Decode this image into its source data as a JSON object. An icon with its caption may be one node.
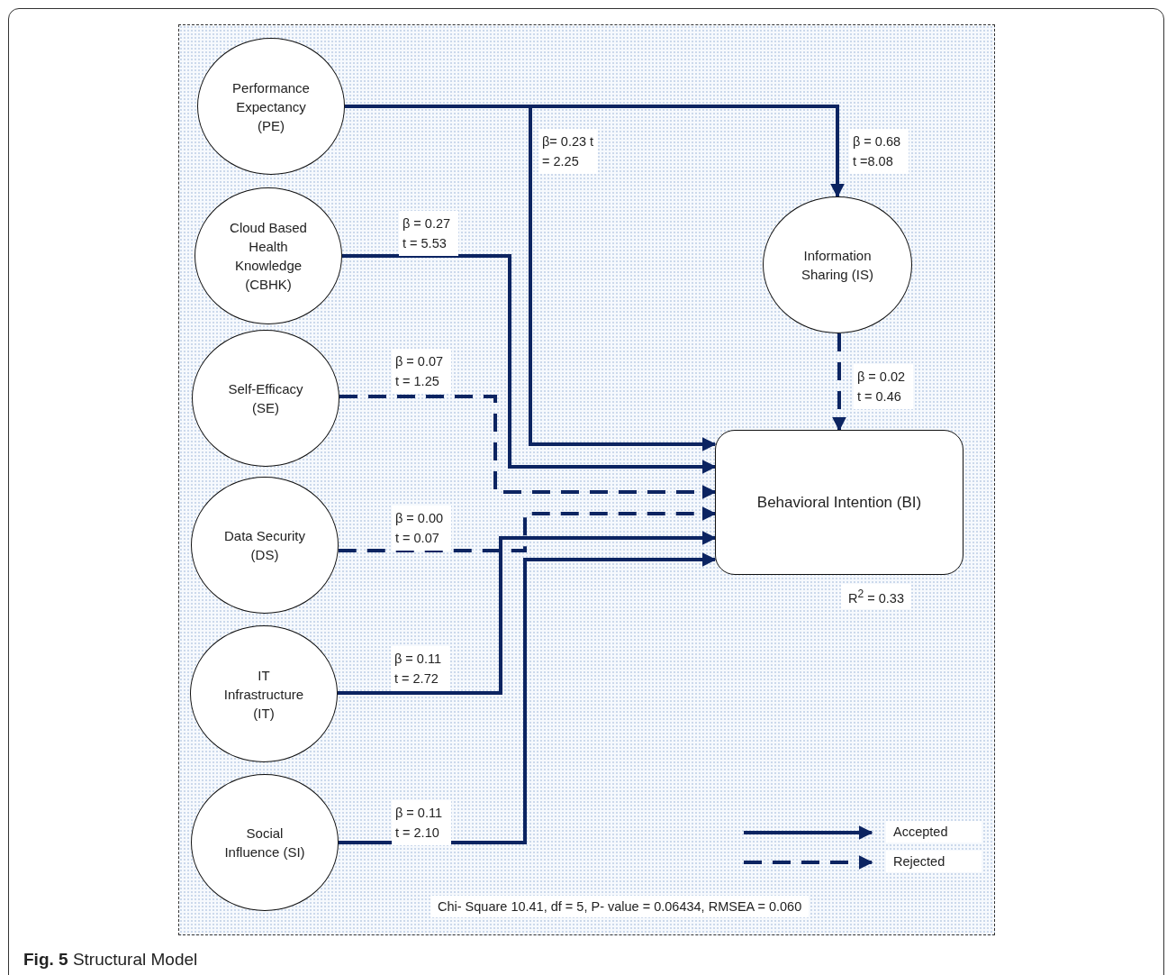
{
  "diagram": {
    "caption": "**Fig. 5** Structural Model",
    "nodes": [
      {
        "text": [
          "Performance Expectancy (PE)"
        ]
      },
      {
        "text": [
          "Cloud Based Health Knowledge (CBHK)"
        ]
      },
      {
        "text": [
          "Self-Efficacy (SE)"
        ]
      },
      {
        "text": [
          "Data Security (DS)"
        ]
      },
      {
        "text": [
          "IT Infrastructure (IT)"
        ]
      },
      {
        "text": [
          "Social Influence (SI)"
        ]
      },
      {
        "text": [
          "Information Sharing (IS)"
        ]
      },
      {
        "text": [
          "Behavioral Intention (BI)"
        ]
      }
    ],
    "edges": [
      {
        "from": 0,
        "to": 6,
        "arrow": "to",
        "label": "β = 0.68 t =8.08"
      },
      {
        "from": 0,
        "to": 7,
        "arrow": "to",
        "label": "β= 0.23 t = 2.25"
      },
      {
        "from": 1,
        "to": 7,
        "arrow": "to",
        "label": "β = 0.27 t = 5.53"
      },
      {
        "from": 2,
        "to": 7,
        "arrow": "to",
        "label": "β = 0.07 t = 1.25",
        "style": "dashed"
      },
      {
        "from": 3,
        "to": 7,
        "arrow": "to",
        "label": "β = 0.00 t = 0.07",
        "style": "dashed"
      },
      {
        "from": 4,
        "to": 7,
        "arrow": "to",
        "label": "β = 0.11 t = 2.72"
      },
      {
        "from": 5,
        "to": 7,
        "arrow": "to",
        "label": "β = 0.11 t = 2.10"
      },
      {
        "from": 6,
        "to": 7,
        "arrow": "to",
        "label": "β = 0.02 t = 0.46",
        "style": "dashed"
      }
    ],
    "labels": [
      "R$^{2}$ = 0.33",
      "Chi- Square 10.41, df = 5, P- value = 0.06434, RMSEA = 0.060"
    ],
    "legend": [
      {
        "text": "Accepted"
      },
      {
        "text": "Rejected"
      }
    ]
  }
}
